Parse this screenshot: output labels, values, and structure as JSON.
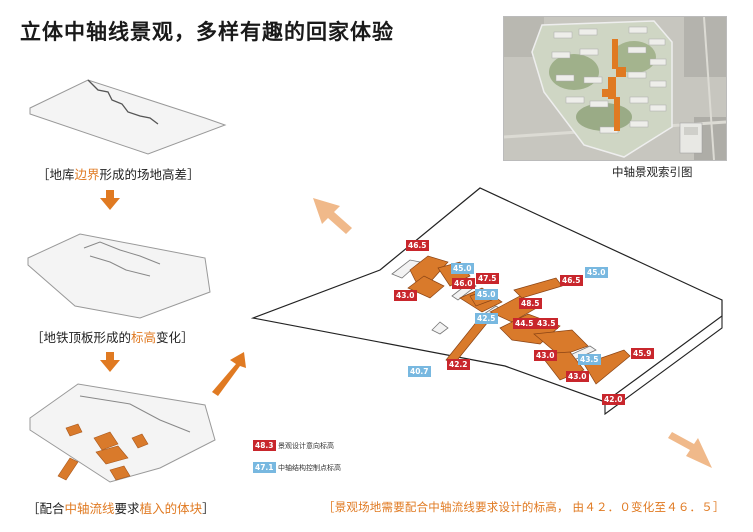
{
  "title": "立体中轴线景观，多样有趣的回家体验",
  "index_map": {
    "caption": "中轴景观索引图"
  },
  "steps": [
    {
      "bracket_open": "［",
      "pre": "地库",
      "highlight": "边界",
      "post": "形成的场地高差",
      "bracket_close": "］"
    },
    {
      "bracket_open": "［",
      "pre": "地铁顶板形成的",
      "highlight": "标高",
      "post": "变化",
      "bracket_close": "］"
    },
    {
      "bracket_open": "［",
      "pre": "配合",
      "highlight": "中轴流线",
      "mid": "要求",
      "highlight2": "植入的体块",
      "bracket_close": "］"
    }
  ],
  "bottom_note": "［景观场地需要配合中轴流线要求设计的标高， 由４２．０变化至４６．５］",
  "elevation_tags": {
    "design": [
      "46.5",
      "47.5",
      "46.0",
      "43.0",
      "46.5",
      "48.5",
      "44.5",
      "43.5",
      "42.2",
      "43.0",
      "43.0",
      "45.9",
      "42.0"
    ],
    "control": [
      "45.0",
      "45.0",
      "42.5",
      "45.0",
      "43.5",
      "40.7"
    ]
  },
  "legend": {
    "design_tag": "48.3",
    "design_label": "景观设计意向标高",
    "control_tag": "47.1",
    "control_label": "中轴结构控制点标高"
  },
  "colors": {
    "accent": "#e07a22",
    "block_fill": "#d97a2b",
    "design_tag": "#c8262c",
    "control_tag": "#78b8e0",
    "arrow_light": "#f0b98a"
  }
}
